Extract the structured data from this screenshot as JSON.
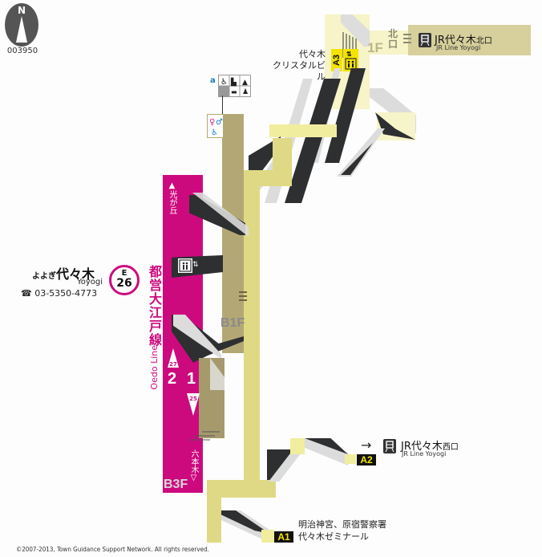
{
  "compass": {
    "label": "N",
    "map_id": "003950"
  },
  "station": {
    "name_kana": "よよぎ",
    "name_kanji": "代々木",
    "name_romaji": "Yoyogi",
    "phone_icon": "☎",
    "phone": "03-5350-4773",
    "badge_line": "E",
    "badge_number": "26",
    "line_name_ja": "都営大江戸線",
    "line_name_en": "Oedo Line",
    "line_color": "#cc0a7e"
  },
  "platform": {
    "direction_up": "光が丘",
    "direction_down": "六本木",
    "track_2": "2",
    "track_1": "1",
    "car_up": "27",
    "car_down": "25"
  },
  "floors": {
    "b1f": "B1F",
    "b3f": "B3F",
    "f1": "1F"
  },
  "facilities": {
    "marker": "a",
    "toilet_label": "toilet"
  },
  "exits": [
    {
      "id": "A3",
      "name": "代々木\nクリスタルビル",
      "line1": "代々木",
      "line2": "クリスタルビル"
    },
    {
      "id": "A2",
      "line1": "",
      "line2": ""
    },
    {
      "id": "A1",
      "line1": "明治神宮、原宿警察署",
      "line2": "代々木ゼミナール"
    }
  ],
  "transfers": {
    "north": {
      "gate": "北口",
      "gate_top": "北",
      "gate_bottom": "口",
      "title": "JR代々木",
      "title_suffix": "北口",
      "subtitle": "JR Line Yoyogi"
    },
    "west": {
      "arrow": "→",
      "title": "JR代々木",
      "title_suffix": "西口",
      "subtitle": "JR Line Yoyogi"
    }
  },
  "copyright": "©2007-2013, Town Guidance Support Network. All rights reserved."
}
